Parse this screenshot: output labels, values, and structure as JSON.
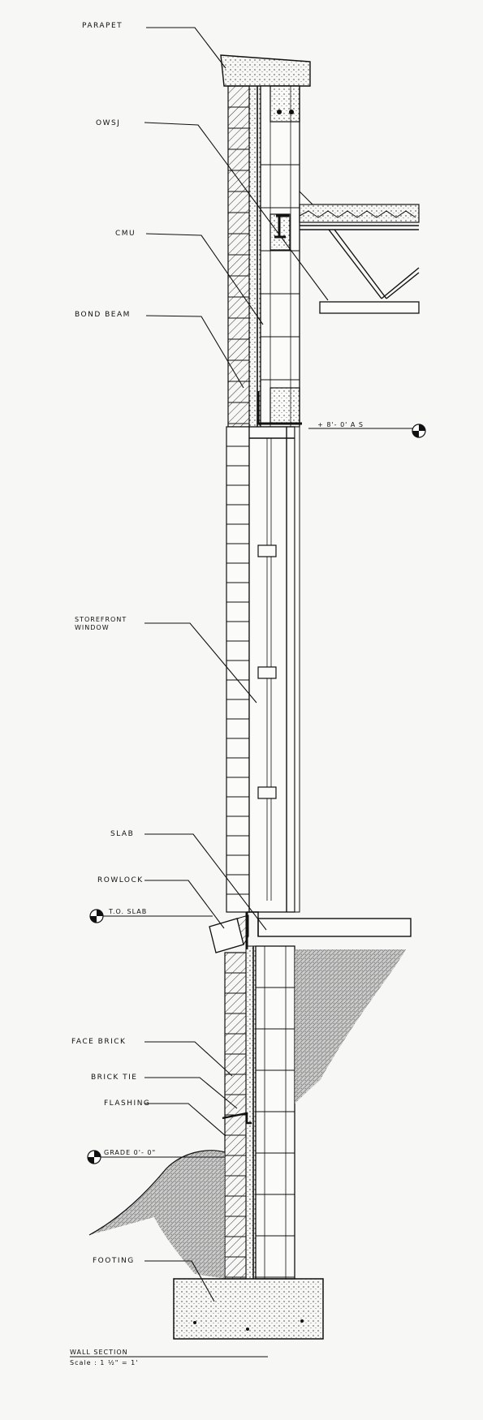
{
  "labels": {
    "parapet": "PARAPET",
    "owsj": "OWSJ",
    "cmu": "CMU",
    "bond_beam": "BOND  BEAM",
    "storefront_line1": "STOREFRONT",
    "storefront_line2": "WINDOW",
    "slab": "SLAB",
    "rowlock": "ROWLOCK",
    "face_brick": "FACE  BRICK",
    "brick_tie": "BRICK  TIE",
    "flashing": "FLASHING",
    "footing": "FOOTING"
  },
  "elevations": {
    "top_of_steel": "+ 8'- 0' A S",
    "to_slab": "T.O. SLAB",
    "grade": "GRADE  0'- 0\""
  },
  "title_block": {
    "title": "WALL SECTION",
    "scale": "Scale : 1 ½\" = 1'"
  }
}
